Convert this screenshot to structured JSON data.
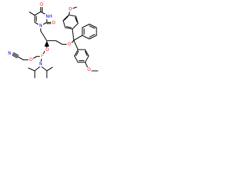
{
  "structure": {
    "atoms": {
      "thymine_o4": "O",
      "thymine_nh": "NH",
      "thymine_o2": "O",
      "thymine_n1": "N",
      "ether_o": "O",
      "phosphite_o": "O",
      "phosphorus": "P",
      "cyanoethyl_o": "O",
      "nitrile_n": "N",
      "amine_n": "N",
      "methoxy_top_o": "O",
      "methoxy_bottom_o": "O"
    },
    "stereo": "bold wedge at chiral carbon",
    "colors": {
      "bond": "#000000",
      "oxygen": "#ff0000",
      "nitrogen": "#0000ff",
      "phosphorus": "#ff8000",
      "stereo_wedge": "#000000"
    }
  }
}
